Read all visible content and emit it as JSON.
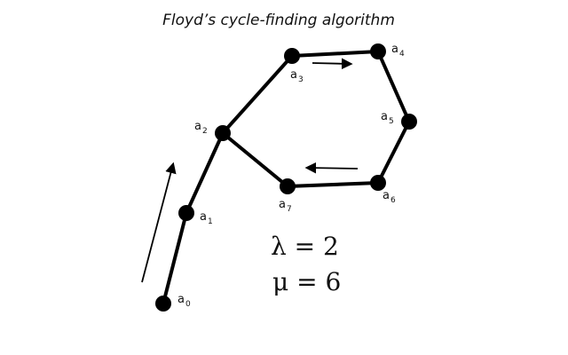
{
  "title": "Floyd’s cycle-finding algorithm",
  "nodes": [
    {
      "id": "a0",
      "base": "a",
      "sub": "0"
    },
    {
      "id": "a1",
      "base": "a",
      "sub": "1"
    },
    {
      "id": "a2",
      "base": "a",
      "sub": "2"
    },
    {
      "id": "a3",
      "base": "a",
      "sub": "3"
    },
    {
      "id": "a4",
      "base": "a",
      "sub": "4"
    },
    {
      "id": "a5",
      "base": "a",
      "sub": "5"
    },
    {
      "id": "a6",
      "base": "a",
      "sub": "6"
    },
    {
      "id": "a7",
      "base": "a",
      "sub": "7"
    }
  ],
  "edges": [
    [
      "a0",
      "a1"
    ],
    [
      "a1",
      "a2"
    ],
    [
      "a2",
      "a3"
    ],
    [
      "a3",
      "a4"
    ],
    [
      "a4",
      "a5"
    ],
    [
      "a5",
      "a6"
    ],
    [
      "a6",
      "a7"
    ],
    [
      "a7",
      "a2"
    ]
  ],
  "equations": {
    "lambda": "λ = 2",
    "mu": "μ = 6"
  },
  "colors": {
    "ink": "#000000",
    "background": "#ffffff"
  }
}
